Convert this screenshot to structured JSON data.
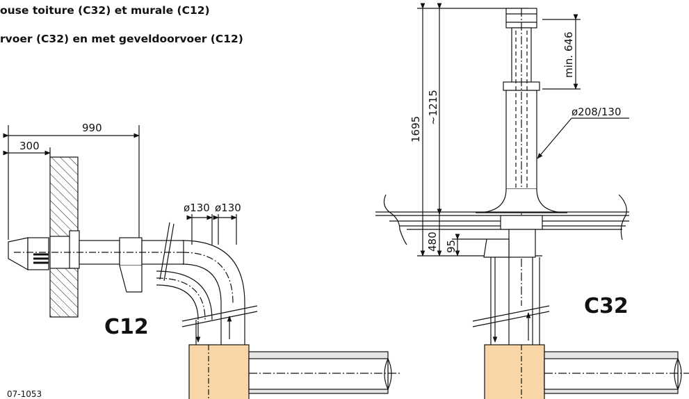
{
  "headings": {
    "line1": "ouse toiture (C32) et murale (C12)",
    "line2": "rvoer (C32) en met geveldoorvoer (C12)"
  },
  "left_drawing": {
    "label": "C12",
    "dim_total": "990",
    "dim_wall": "300",
    "dia_1": "ø130",
    "dia_2": "ø130"
  },
  "right_drawing": {
    "label": "C32",
    "dim_overall": "1695",
    "dim_approx": "~1215",
    "dim_min": "min. 646",
    "diameter": "ø208/130",
    "dim_480": "480",
    "dim_95": "95"
  },
  "reference": "07-1053",
  "colors": {
    "boiler": "#f9d6a8",
    "line": "#111111",
    "pipe_fill": "#e6e6e6"
  }
}
